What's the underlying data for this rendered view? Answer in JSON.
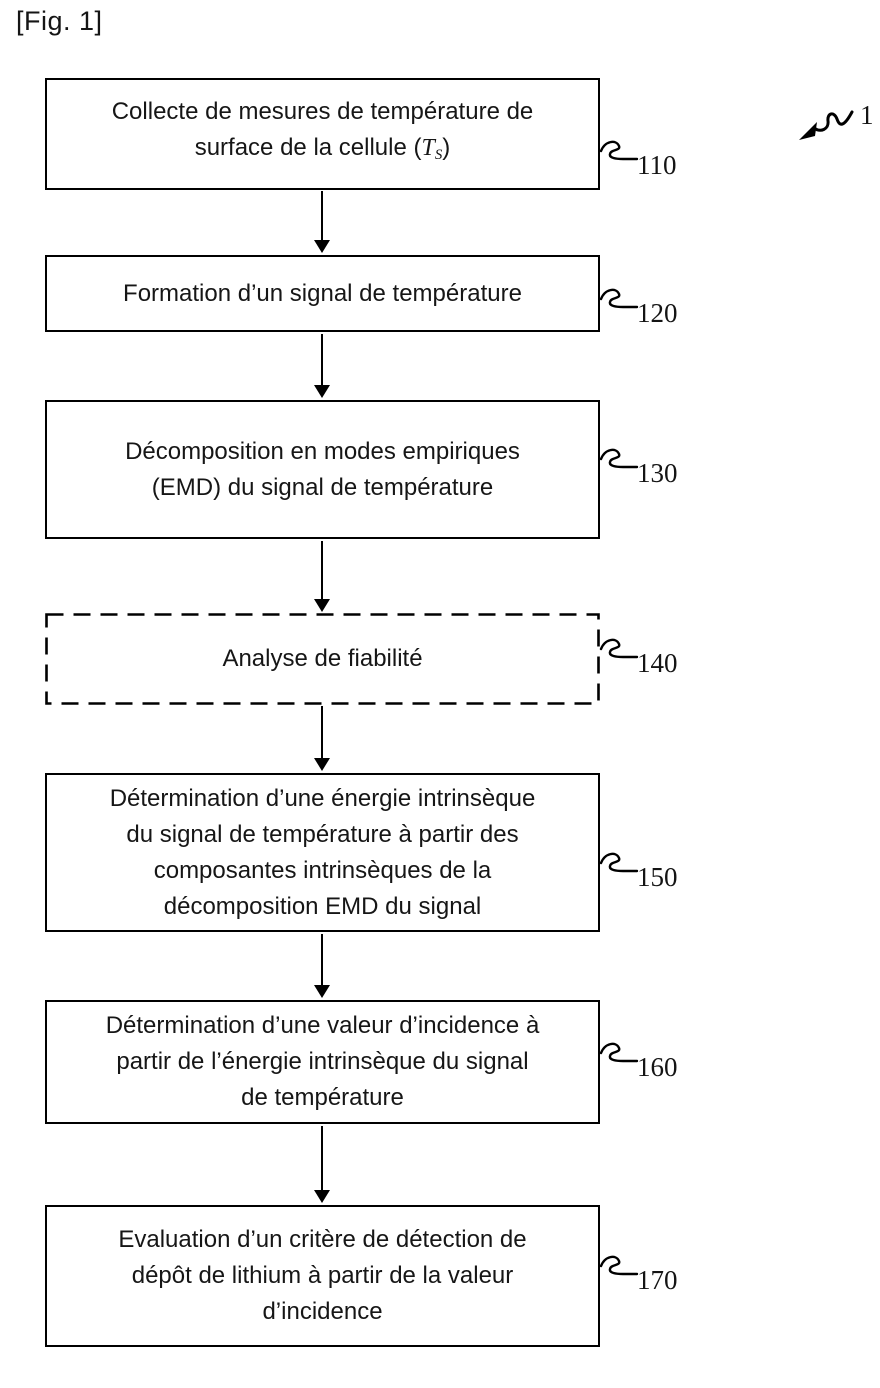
{
  "colors": {
    "ink": "#111111",
    "background": "#ffffff"
  },
  "figure_label": "[Fig. 1]",
  "overall_ref": "1",
  "steps": [
    {
      "ref": "110",
      "lines": [
        "Collecte de mesures de température de"
      ],
      "formula_line": {
        "pre": "surface de la cellule (",
        "var": "T",
        "sub": "S",
        "post": ")"
      }
    },
    {
      "ref": "120",
      "lines": [
        "Formation d’un signal de température"
      ]
    },
    {
      "ref": "130",
      "lines": [
        "Décomposition en modes empiriques",
        "(EMD) du signal de température"
      ]
    },
    {
      "ref": "140",
      "border": "dashed",
      "lines": [
        "Analyse de fiabilité"
      ]
    },
    {
      "ref": "150",
      "lines": [
        "Détermination d’une énergie intrinsèque",
        "du signal de température à partir des",
        "composantes intrinsèques de la",
        "décomposition EMD du signal"
      ]
    },
    {
      "ref": "160",
      "lines": [
        "Détermination d’une valeur d’incidence à",
        "partir de l’énergie intrinsèque du signal",
        "de température"
      ]
    },
    {
      "ref": "170",
      "lines": [
        "Evaluation d’un critère de détection de",
        "dépôt de lithium à partir de la valeur",
        "d’incidence"
      ]
    }
  ]
}
